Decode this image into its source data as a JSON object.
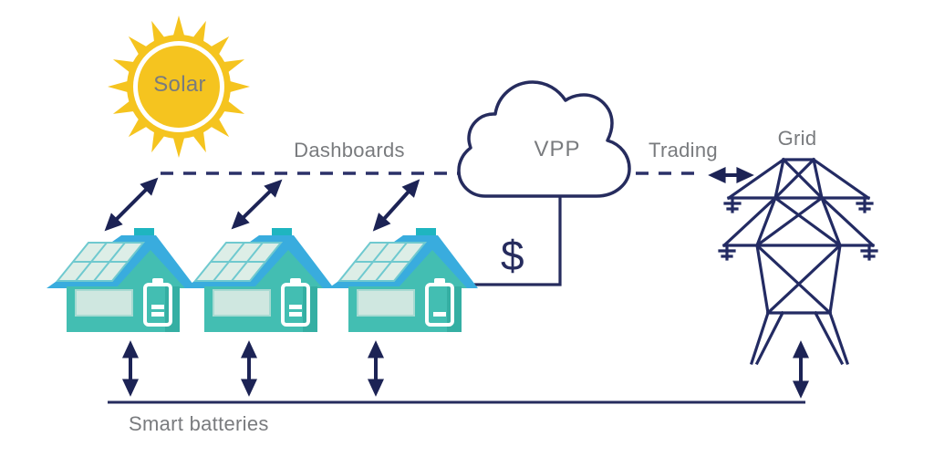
{
  "diagram": {
    "type": "virtual-power-plant-schematic",
    "labels": {
      "solar": "Solar",
      "dashboards": "Dashboards",
      "vpp": "VPP",
      "trading": "Trading",
      "grid": "Grid",
      "dollar": "$",
      "smart_batteries": "Smart batteries"
    },
    "houses": [
      {
        "id": "house-1",
        "has_solar_panel": true,
        "battery_bars": 2
      },
      {
        "id": "house-2",
        "has_solar_panel": true,
        "battery_bars": 2
      },
      {
        "id": "house-3",
        "has_solar_panel": true,
        "battery_bars": 1
      }
    ],
    "connections": [
      {
        "from": "houses",
        "to": "vpp-cloud",
        "label": "Dashboards",
        "style": "dashed-bidirectional"
      },
      {
        "from": "vpp-cloud",
        "to": "grid-tower",
        "label": "Trading",
        "style": "dashed-bidirectional"
      },
      {
        "from": "house-3",
        "to": "vpp-cloud",
        "label": "$",
        "style": "solid"
      },
      {
        "from": "houses-and-grid",
        "to": "smart-batteries-line",
        "label": "Smart batteries",
        "style": "solid-bidirectional"
      }
    ],
    "colors": {
      "navy_line": "#262C5E",
      "arrow_navy": "#1C2355",
      "label_gray": "#797B7E",
      "sun_gold": "#F5C41F",
      "house_body_teal": "#43BEB2",
      "roof_cyan": "#39ACDE",
      "chimney_teal": "#1FB5C0",
      "solar_panel_light": "#DDEEE7",
      "battery_white": "#FFFFFF"
    }
  }
}
